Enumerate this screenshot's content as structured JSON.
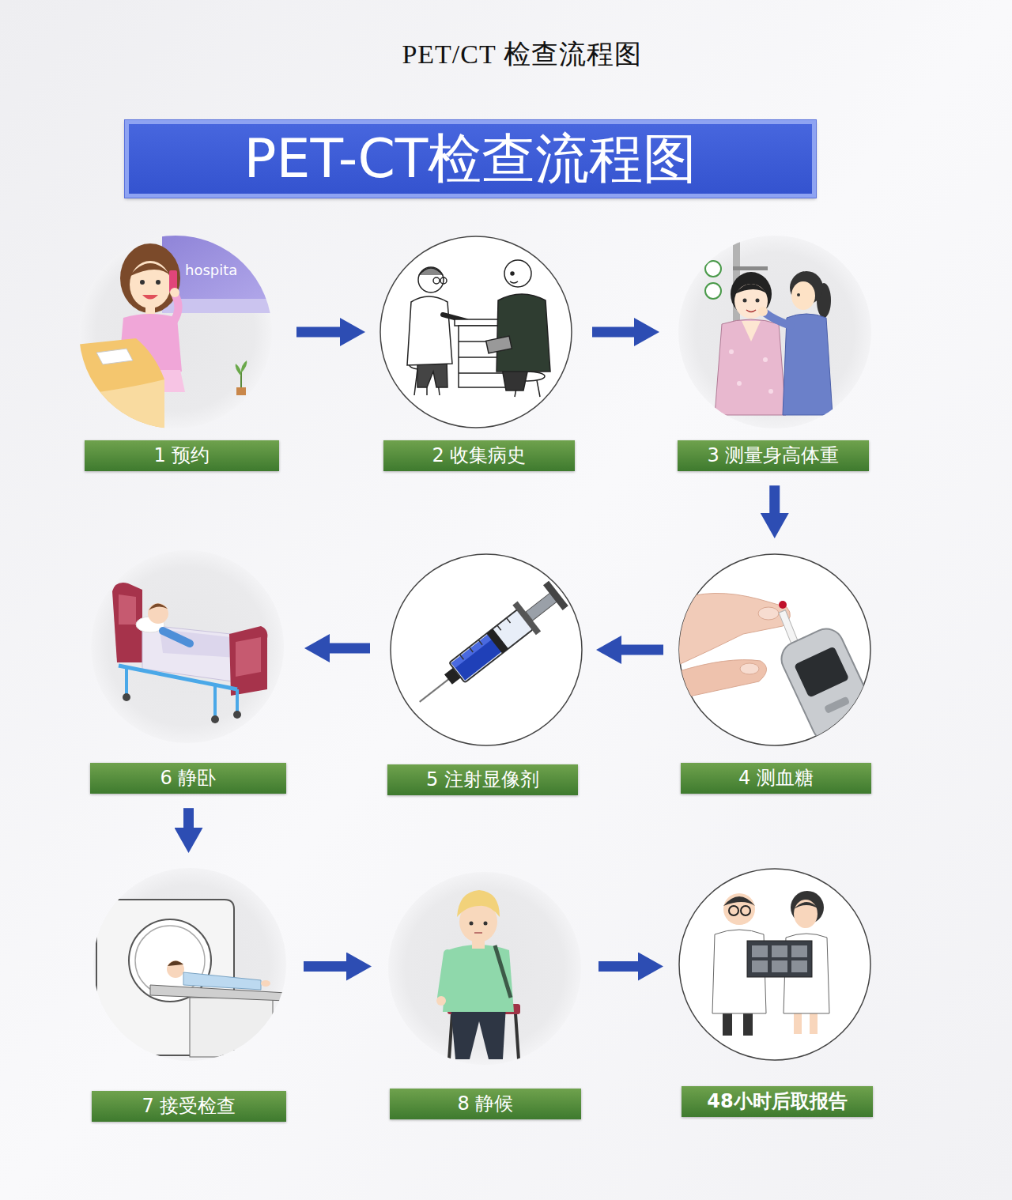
{
  "diagram": {
    "title": "PET/CT 检查流程图",
    "nodes": [
      {
        "text": [
          "PET-CT检查流程图"
        ]
      },
      {
        "text": [
          "1 预约"
        ]
      },
      {
        "text": [
          "2 收集病史"
        ]
      },
      {
        "text": [
          "3 测量身高体重"
        ]
      },
      {
        "text": [
          "4 测血糖"
        ]
      },
      {
        "text": [
          "5 注射显像剂"
        ]
      },
      {
        "text": [
          "6 静卧"
        ]
      },
      {
        "text": [
          "7 接受检查"
        ]
      },
      {
        "text": [
          "8 静候"
        ]
      },
      {
        "text": [
          "48小时后取报告"
        ]
      }
    ],
    "edges": [
      {
        "from": 1,
        "to": 2,
        "arrow": "to"
      },
      {
        "from": 2,
        "to": 3,
        "arrow": "to"
      },
      {
        "from": 3,
        "to": 4,
        "arrow": "to"
      },
      {
        "from": 4,
        "to": 5,
        "arrow": "to"
      },
      {
        "from": 5,
        "to": 6,
        "arrow": "to"
      },
      {
        "from": 6,
        "to": 7,
        "arrow": "to"
      },
      {
        "from": 7,
        "to": 8,
        "arrow": "to"
      },
      {
        "from": 8,
        "to": 9,
        "arrow": "to"
      }
    ],
    "labels": [
      "hospita"
    ]
  }
}
